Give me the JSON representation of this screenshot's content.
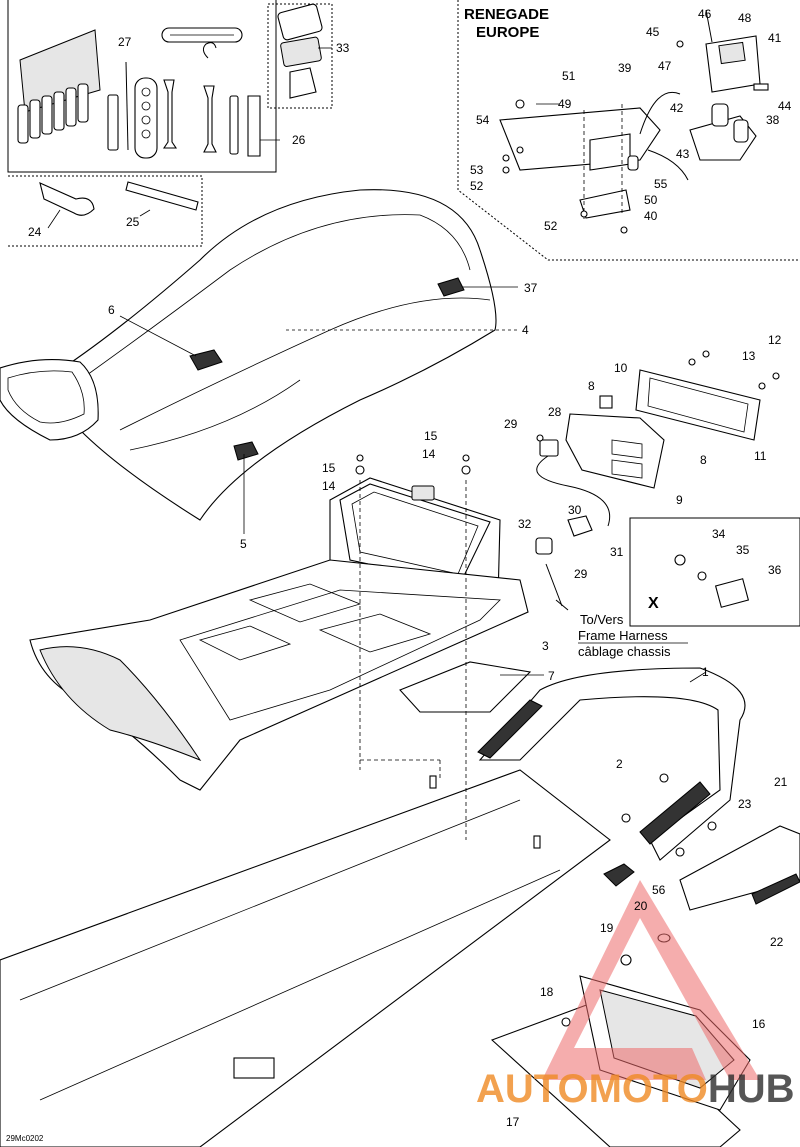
{
  "title": {
    "model": "RENEGADE",
    "region": "EUROPE"
  },
  "harness_note": {
    "line1": "To/Vers",
    "line2": "Frame Harness",
    "line3": "câblage chassis"
  },
  "detail_marker": "X",
  "diagram_code": "29Mc0202",
  "watermark": {
    "part1": "AUTO",
    "part2": "MOTO",
    "part3": "HUB",
    "color_primary": "#f08a24",
    "color_secondary": "#2c2c2c",
    "triangle_color": "#ec6a6a"
  },
  "callouts": {
    "c1": "1",
    "c2": "2",
    "c3": "3",
    "c4": "4",
    "c5": "5",
    "c6": "6",
    "c7": "7",
    "c8a": "8",
    "c8b": "8",
    "c9": "9",
    "c10": "10",
    "c11": "11",
    "c12": "12",
    "c13": "13",
    "c14a": "14",
    "c14b": "14",
    "c15a": "15",
    "c15b": "15",
    "c16": "16",
    "c17": "17",
    "c18": "18",
    "c19": "19",
    "c20": "20",
    "c21": "21",
    "c22": "22",
    "c23": "23",
    "c24": "24",
    "c25": "25",
    "c26": "26",
    "c27": "27",
    "c28": "28",
    "c29a": "29",
    "c29b": "29",
    "c30": "30",
    "c31": "31",
    "c32": "32",
    "c33": "33",
    "c34": "34",
    "c35": "35",
    "c36": "36",
    "c37": "37",
    "c38": "38",
    "c39": "39",
    "c40": "40",
    "c41": "41",
    "c42": "42",
    "c43": "43",
    "c44": "44",
    "c45": "45",
    "c46": "46",
    "c47": "47",
    "c48": "48",
    "c49": "49",
    "c50": "50",
    "c51": "51",
    "c52a": "52",
    "c52b": "52",
    "c53": "53",
    "c54": "54",
    "c55": "55",
    "c56": "56"
  }
}
